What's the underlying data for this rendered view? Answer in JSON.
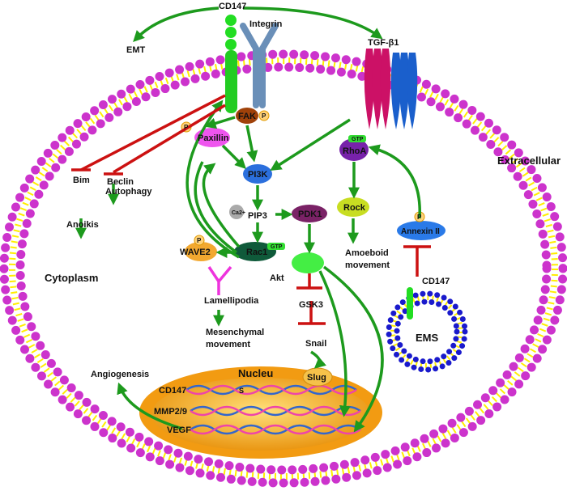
{
  "labels": {
    "cd147_top": "CD147",
    "integrin": "Integrin",
    "tgf": "TGF-β1",
    "emt": "EMT",
    "fak": "FAK",
    "paxillin": "Paxillin",
    "pi3k": "PI3K",
    "rhoa": "RhoA",
    "gtp": "GTP",
    "p": "P",
    "extracellular": "Extracellular",
    "bim": "Bim",
    "beclin": "Beclin",
    "autophagy": "Autophagy",
    "anoikis": "Anoikis",
    "ca": "Ca2+",
    "pip3": "PIP3",
    "pdk1": "PDK1",
    "rock": "Rock",
    "annexin": "Annexin II",
    "wave2": "WAVE2",
    "rac1": "Rac1",
    "akt": "Akt",
    "amoeboid": [
      "Amoeboid",
      "movement"
    ],
    "cytoplasm": "Cytoplasm",
    "cd147_ems": "CD147",
    "lamellipodia": "Lamellipodia",
    "gsk3": "GSK3",
    "mesenchymal": [
      "Mesenchymal",
      "movement"
    ],
    "snail": "Snail",
    "ems": "EMS",
    "angiogenesis": "Angiogenesis",
    "nucleu": "Nucleu",
    "slug": "Slug",
    "s": "S",
    "genes": [
      "CD147",
      "MMP2/9",
      "VEGF"
    ]
  },
  "colors": {
    "arrow": "#1d9a1d",
    "inhibit": "#cc1111",
    "membrane_head": "#cc33cc",
    "membrane_tail": "#ffee00",
    "nucleus": "#f0a020",
    "ems_head": "#1a1acc"
  }
}
